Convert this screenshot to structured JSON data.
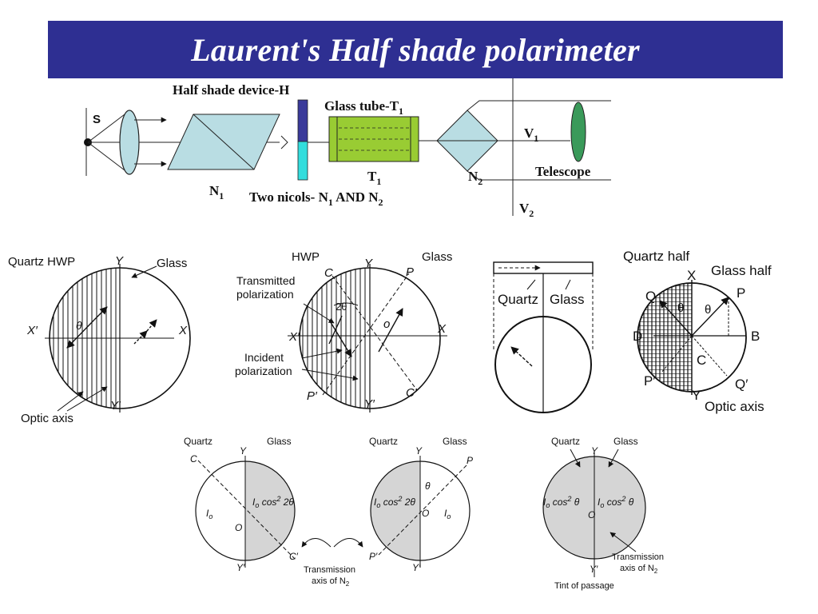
{
  "title": "Laurent's Half shade polarimeter",
  "setup": {
    "source": "S",
    "half_shade_device": "Half shade device-H",
    "glass_tube": "Glass tube-T",
    "glass_tube_sub": "1",
    "tube": "T",
    "tube_sub": "1",
    "n1": "N",
    "n1_sub": "1",
    "n2": "N",
    "n2_sub": "2",
    "v1": "V",
    "v1_sub": "1",
    "v2": "V",
    "v2_sub": "2",
    "telescope": "Telescope",
    "two_nicols_a": "Two nicols- N",
    "two_nicols_a_sub": "1",
    "two_nicols_b": " AND N",
    "two_nicols_b_sub": "2"
  },
  "fig1": {
    "quartz_hwp": "Quartz HWP",
    "glass": "Glass",
    "y": "Y",
    "y_prime": "Y′",
    "x": "X",
    "x_prime": "X′",
    "theta": "θ",
    "optic_axis": "Optic axis"
  },
  "fig2": {
    "hwp": "HWP",
    "glass": "Glass",
    "transmitted_1": "Transmitted",
    "transmitted_2": "polarization",
    "incident_1": "Incident",
    "incident_2": "polarization",
    "c": "C",
    "y": "Y",
    "p": "P",
    "x": "X",
    "x_prime": "X′",
    "two_theta": "2θ",
    "o": "o",
    "p_prime": "P′",
    "y_prime": "Y′",
    "c_prime": "C′"
  },
  "fig3": {
    "quartz": "Quartz",
    "glass": "Glass"
  },
  "fig4": {
    "quartz_half": "Quartz half",
    "glass_half": "Glass half",
    "x": "X",
    "q": "Q",
    "p": "P",
    "theta_a": "θ",
    "theta_b": "θ",
    "d": "D",
    "b": "B",
    "c": "C",
    "p_prime": "P′",
    "q_prime": "Q′",
    "y": "Y",
    "optic_axis": "Optic axis"
  },
  "fig5": {
    "quartz": "Quartz",
    "glass": "Glass",
    "y": "Y",
    "c": "C",
    "io": "I",
    "io_sub": "o",
    "o": "O",
    "glass_intensity": "I",
    "glass_intensity_sub": "o",
    "glass_intensity_rest": " cos",
    "sup2": "2",
    "two_theta": " 2θ",
    "y_prime": "Y′",
    "c_prime": "C′"
  },
  "fig6": {
    "quartz": "Quartz",
    "glass": "Glass",
    "y": "Y",
    "p": "P",
    "theta": "θ",
    "o": "O",
    "io": "I",
    "io_sub": "o",
    "p_prime": "P′",
    "y_prime": "Y′"
  },
  "fig7": {
    "quartz": "Quartz",
    "glass": "Glass",
    "y": "Y",
    "o": "O",
    "left_i": "I",
    "left_sub": "o",
    "left_cos": " cos",
    "sup2": "2",
    "left_theta": " θ",
    "right_i": "I",
    "right_sub": "o",
    "right_cos": " cos",
    "right_theta": " θ",
    "y_prime": "Y′",
    "transmission_1": "Transmission",
    "transmission_2": "axis of N",
    "transmission_sub": "2",
    "tint": "Tint of passage"
  },
  "transmission_label": {
    "line1": "Transmission",
    "line2": "axis of N",
    "sub": "2"
  },
  "colors": {
    "title_bg": "#2e2f92",
    "prism_fill": "#b9dde3",
    "tube_fill": "#99cc33",
    "half_dark": "#3a3a9a",
    "half_light": "#33dddd",
    "telescope_fill": "#3a9a5a",
    "shade": "#d5d5d5"
  }
}
